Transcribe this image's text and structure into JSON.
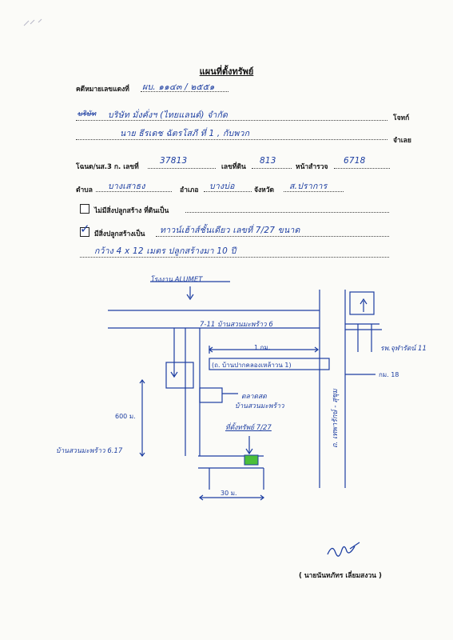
{
  "title": "แผนที่ตั้งทรัพย์",
  "case": {
    "label": "คดีหมายเลขแดงที่",
    "value": "ผบ. ๑๑๔๓ / ๒๕๕๑"
  },
  "plaintiff": {
    "prefix": "บริษัท",
    "name": "บริษัท มั่งคั่งฯ (ไทยแลนด์) จำกัด",
    "role_label": "โจทก์"
  },
  "defendant": {
    "name": "นาย ธีรเดช ฉัตรโสภี ที่ 1 , กับพวก",
    "role_label": "จำเลย"
  },
  "deed": {
    "label": "โฉนด/นส.3 ก. เลขที่",
    "number": "37813",
    "land_no_label": "เลขที่ดิน",
    "land_no": "813",
    "survey_label": "หน้าสำรวจ",
    "survey_no": "6718"
  },
  "location": {
    "subdistrict_label": "ตำบล",
    "subdistrict": "บางเสาธง",
    "district_label": "อำเภอ",
    "district": "บางบ่อ",
    "province_label": "จังหวัด",
    "province": "ส.ปราการ"
  },
  "options": {
    "no_building": "ไม่มีสิ่งปลูกสร้าง ที่ดินเป็น",
    "has_building": "มีสิ่งปลูกสร้างเป็น",
    "building_desc": "ทาวน์เฮ้าส์ชั้นเดียว เลขที่ 7/27 ขนาด",
    "building_desc2": "กว้าง 4 x 12 เมตร ปลูกสร้างมา 10 ปี"
  },
  "map": {
    "factory_label": "โรงงาน ALUMET",
    "seven_eleven": "7-11 บ้านสวนมะพร้าว 6",
    "distance_1km": "1 กม.",
    "soi_name": "(ถ. บ้านปากคลองเหล้าวน 1)",
    "market_label": "ตลาดสด",
    "market_label2": "บ้านสวนมะพร้าว",
    "property_label": "ที่ตั้งทรัพย์ 7/27",
    "distance_600m": "600 ม.",
    "village_label": "บ้านสวนมะพร้าว 6.17",
    "distance_30m": "30 ม.",
    "hospital_label": "รพ.จุฬารัตน์ 11",
    "km_marker": "กม. 18",
    "road_label": "ถ. เทพารักษ์ - สุขุม"
  },
  "signature": {
    "name": "( นายนันทภัทร  เลี่ยมสงวน )",
    "scribble": "นันทภัทร"
  },
  "colors": {
    "ink_blue": "#1d3ea1",
    "print_black": "#151515",
    "property_fill": "#4cbf3a"
  }
}
